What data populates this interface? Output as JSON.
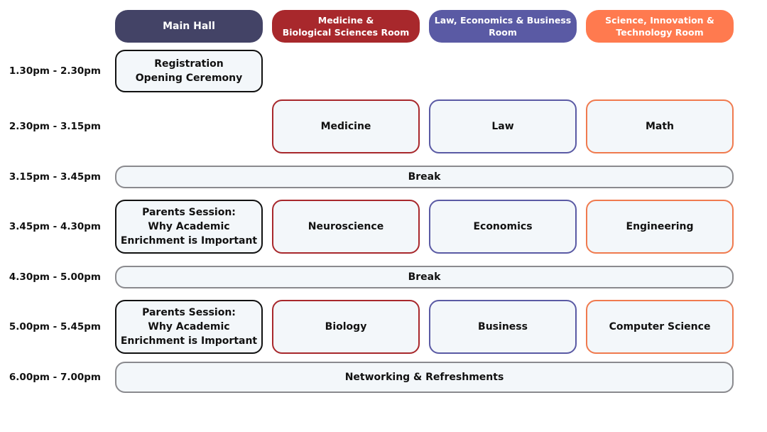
{
  "rooms": [
    {
      "label": "Main Hall",
      "color": "#434366"
    },
    {
      "label": "Medicine &\nBiological Sciences Room",
      "color": "#a8282c"
    },
    {
      "label": "Law, Economics & Business\nRoom",
      "color": "#5a5aa4"
    },
    {
      "label": "Science, Innovation &\nTechnology Room",
      "color": "#ff7a4f"
    }
  ],
  "times": [
    "1.30pm - 2.30pm",
    "2.30pm - 3.15pm",
    "3.15pm - 3.45pm",
    "3.45pm - 4.30pm",
    "4.30pm - 5.00pm",
    "5.00pm - 5.45pm",
    "6.00pm - 7.00pm"
  ],
  "sessions": {
    "registration": "Registration\nOpening Ceremony",
    "medicine": "Medicine",
    "law": "Law",
    "math": "Math",
    "break_1": "Break",
    "parents_1": "Parents Session:\nWhy Academic\nEnrichment is Important",
    "neuroscience": "Neuroscience",
    "economics": "Economics",
    "engineering": "Engineering",
    "break_2": "Break",
    "parents_2": "Parents Session:\nWhy Academic\nEnrichment is Important",
    "biology": "Biology",
    "business": "Business",
    "computer_science": "Computer Science",
    "networking": "Networking & Refreshments"
  }
}
